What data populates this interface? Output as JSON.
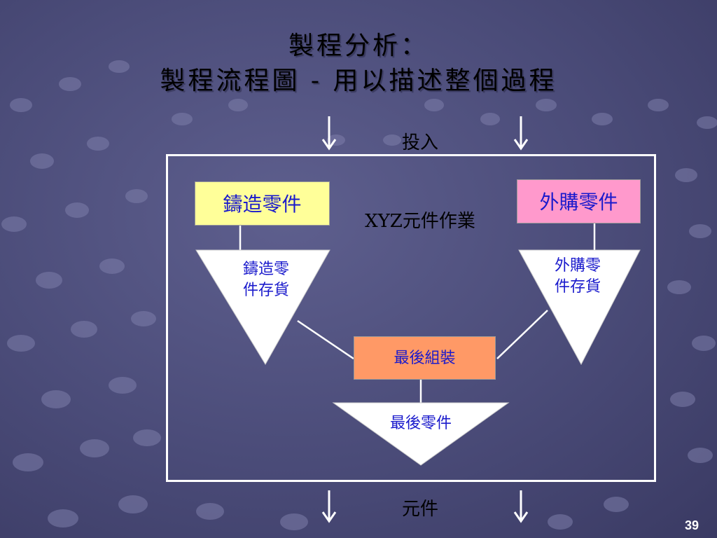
{
  "title": {
    "line1": "製程分析：",
    "line2": "製程流程圖 - 用以描述整個過程"
  },
  "diagram": {
    "input_label": "投入",
    "output_label": "元件",
    "process_name": "XYZ元件作業",
    "cast_parts": "鑄造零件",
    "cast_inventory_line1": "鑄造零",
    "cast_inventory_line2": "件存貨",
    "purchased_parts": "外購零件",
    "purchased_inventory_line1": "外購零",
    "purchased_inventory_line2": "件存貨",
    "final_assembly": "最後組裝",
    "final_parts": "最後零件"
  },
  "colors": {
    "cast_box": "#ffff99",
    "purchased_box": "#ff99cc",
    "assembly_box": "#ff9966",
    "inventory_triangle": "#ffffff",
    "diagram_text": "#1a1acc"
  },
  "slide": {
    "page_number": "39"
  }
}
